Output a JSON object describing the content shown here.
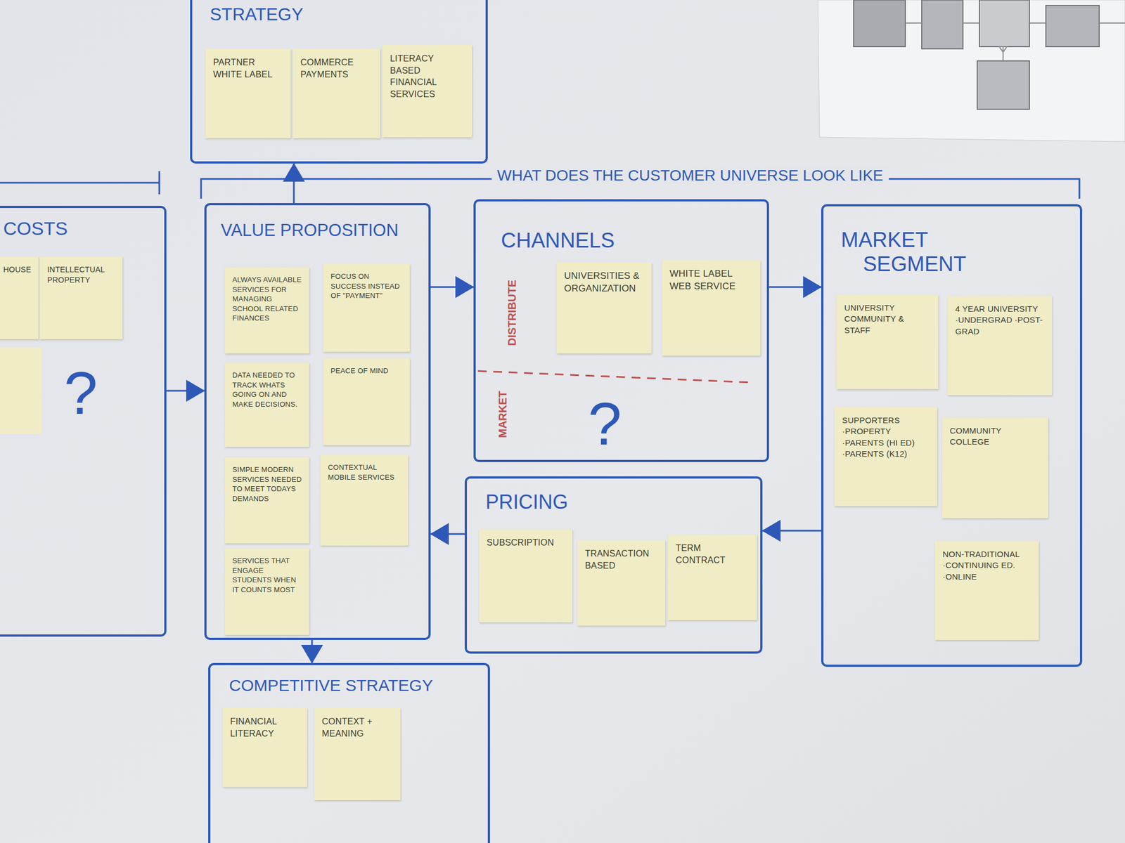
{
  "diagram": {
    "nodes": [
      {
        "text": [
          "STRATEGY"
        ]
      },
      {
        "text": [
          "PARTNER WHITE LABEL"
        ],
        "in": 0
      },
      {
        "text": [
          "COMMERCE PAYMENTS"
        ],
        "in": 0
      },
      {
        "text": [
          "LITERACY BASED FINANCIAL SERVICES"
        ],
        "in": 0
      },
      {
        "text": [
          "COSTS",
          "?"
        ]
      },
      {
        "text": [
          "HOUSE"
        ],
        "in": 4
      },
      {
        "text": [
          "INTELLECTUAL PROPERTY"
        ],
        "in": 4
      },
      {
        "text": [
          "VALUE PROPOSITION"
        ]
      },
      {
        "text": [
          "ALWAYS AVAILABLE SERVICES FOR MANAGING SCHOOL RELATED FINANCES"
        ],
        "in": 7
      },
      {
        "text": [
          "FOCUS ON SUCCESS INSTEAD OF \"PAYMENT\""
        ],
        "in": 7
      },
      {
        "text": [
          "DATA NEEDED TO TRACK WHATS GOING ON AND MAKE DECISIONS."
        ],
        "in": 7
      },
      {
        "text": [
          "PEACE OF MIND"
        ],
        "in": 7
      },
      {
        "text": [
          "SIMPLE MODERN SERVICES NEEDED TO MEET TODAYS DEMANDS"
        ],
        "in": 7
      },
      {
        "text": [
          "CONTEXTUAL MOBILE SERVICES"
        ],
        "in": 7
      },
      {
        "text": [
          "SERVICES THAT ENGAGE STUDENTS WHEN IT COUNTS MOST"
        ],
        "in": 7
      },
      {
        "text": [
          "CHANNELS",
          "DISTRIBUTE",
          "MARKET",
          "?"
        ]
      },
      {
        "text": [
          "UNIVERSITIES & ORGANIZATION"
        ],
        "in": 15
      },
      {
        "text": [
          "WHITE LABEL WEB SERVICE"
        ],
        "in": 15
      },
      {
        "text": [
          "MARKET SEGMENT"
        ]
      },
      {
        "text": [
          "UNIVERSITY COMMUNITY & STAFF"
        ],
        "in": 18
      },
      {
        "text": [
          "4 YEAR UNIVERSITY ·UNDERGRAD ·POST-GRAD"
        ],
        "in": 18
      },
      {
        "text": [
          "SUPPORTERS ·PROPERTY ·PARENTS (HI ED) ·PARENTS (K12)"
        ],
        "in": 18
      },
      {
        "text": [
          "COMMUNITY COLLEGE"
        ],
        "in": 18
      },
      {
        "text": [
          "NON-TRADITIONAL ·CONTINUING ED. ·ONLINE"
        ],
        "in": 18
      },
      {
        "text": [
          "PRICING"
        ]
      },
      {
        "text": [
          "SUBSCRIPTION"
        ],
        "in": 24
      },
      {
        "text": [
          "TRANSACTION BASED"
        ],
        "in": 24
      },
      {
        "text": [
          "TERM CONTRACT"
        ],
        "in": 24
      },
      {
        "text": [
          "COMPETITIVE STRATEGY"
        ]
      },
      {
        "text": [
          "FINANCIAL LITERACY"
        ],
        "in": 28
      },
      {
        "text": [
          "CONTEXT + MEANING"
        ],
        "in": 28
      }
    ],
    "edges": [
      {
        "from": 4,
        "to": 7,
        "arrow": "to"
      },
      {
        "from": 7,
        "to": 15,
        "arrow": "to"
      },
      {
        "from": 15,
        "to": 18,
        "arrow": "to"
      },
      {
        "from": 18,
        "to": 24,
        "arrow": "to"
      },
      {
        "from": 24,
        "to": 7,
        "arrow": "to"
      },
      {
        "from": 7,
        "to": 28,
        "arrow": "to"
      },
      {
        "from": 7,
        "to": 0,
        "arrow": "to"
      }
    ],
    "labels": [
      "WHAT DOES THE CUSTOMER UNIVERSE LOOK LIKE"
    ]
  }
}
